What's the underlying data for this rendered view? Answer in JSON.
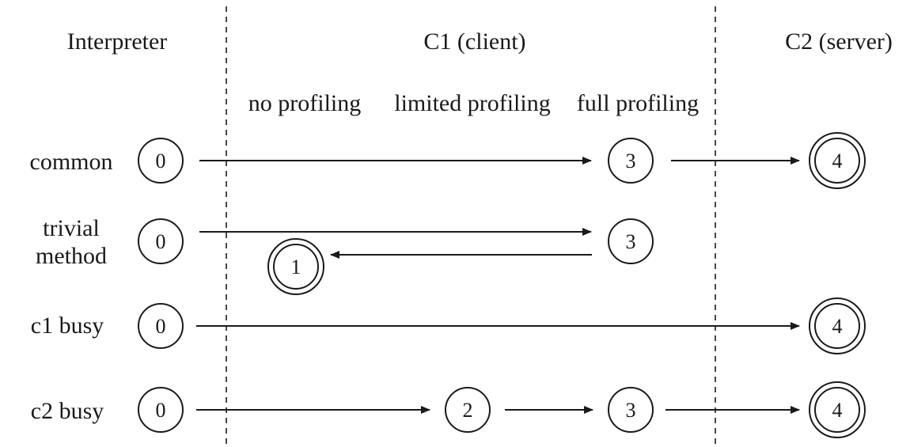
{
  "columns": {
    "interpreter": "Interpreter",
    "c1": "C1 (client)",
    "c2": "C2 (server)"
  },
  "c1_levels": {
    "no_profiling": "no profiling",
    "limited_profiling": "limited profiling",
    "full_profiling": "full profiling"
  },
  "rows": [
    {
      "label_lines": [
        "common"
      ],
      "path": [
        "0",
        "3",
        "4"
      ],
      "final": "4"
    },
    {
      "label_lines": [
        "trivial",
        "method"
      ],
      "path": [
        "0",
        "3",
        "1"
      ],
      "final": "1"
    },
    {
      "label_lines": [
        "c1 busy"
      ],
      "path": [
        "0",
        "4"
      ],
      "final": "4"
    },
    {
      "label_lines": [
        "c2 busy"
      ],
      "path": [
        "0",
        "2",
        "3",
        "4"
      ],
      "final": "4"
    }
  ]
}
